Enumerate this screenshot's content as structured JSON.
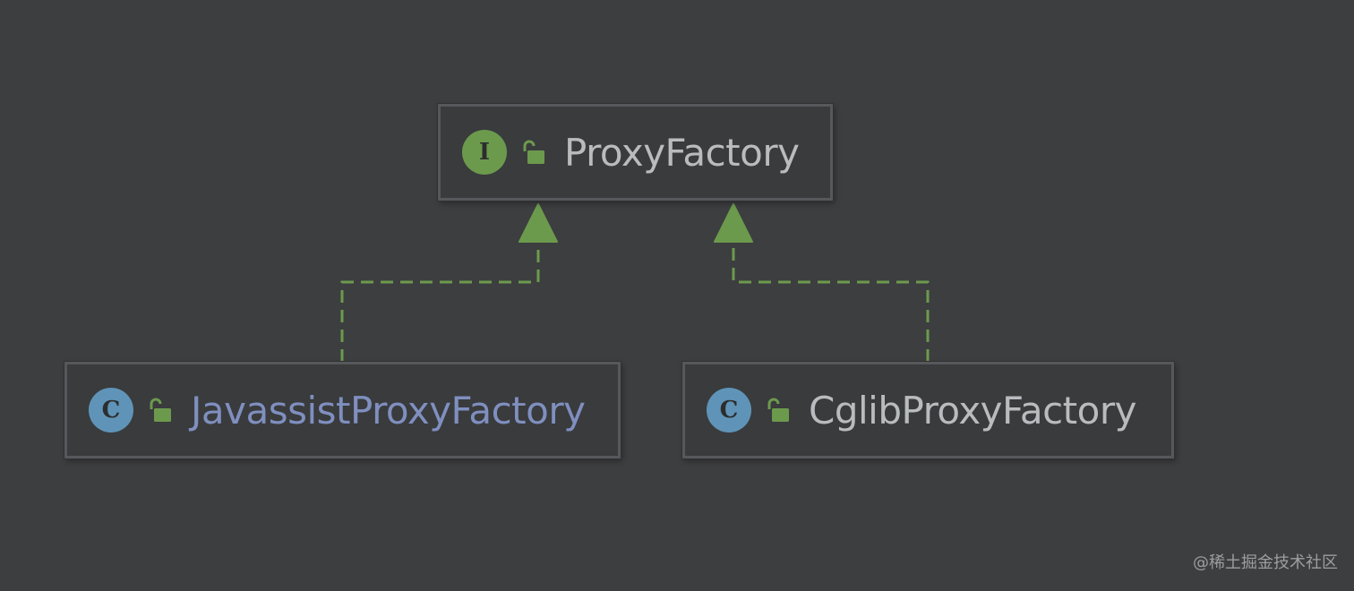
{
  "diagram": {
    "nodes": [
      {
        "id": "proxyfactory",
        "kind": "interface",
        "badge_letter": "I",
        "name": "ProxyFactory",
        "visibility_icon": "open-lock-icon"
      },
      {
        "id": "javassist",
        "kind": "class",
        "badge_letter": "C",
        "name": "JavassistProxyFactory",
        "visibility_icon": "open-lock-icon"
      },
      {
        "id": "cglib",
        "kind": "class",
        "badge_letter": "C",
        "name": "CglibProxyFactory",
        "visibility_icon": "open-lock-icon"
      }
    ],
    "edges": [
      {
        "from": "javassist",
        "to": "proxyfactory",
        "type": "implements",
        "style": "dashed",
        "arrowhead": "hollow-triangle"
      },
      {
        "from": "cglib",
        "to": "proxyfactory",
        "type": "implements",
        "style": "dashed",
        "arrowhead": "hollow-triangle"
      }
    ]
  },
  "colors": {
    "background": "#3d3e40",
    "node_fill": "#3a3b3d",
    "node_border": "#56585b",
    "interface_badge": "#6c9a4d",
    "class_badge": "#5f94b8",
    "edge": "#6c9a4d",
    "text": "#b9bcbf",
    "link_text": "#7f8fbf"
  },
  "watermark": "@稀土掘金技术社区"
}
